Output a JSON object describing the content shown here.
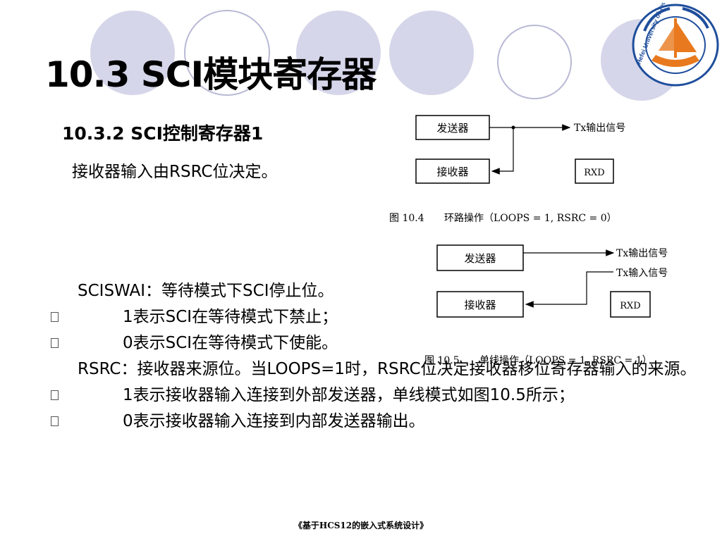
{
  "slide": {
    "title": "10.3 SCI模块寄存器",
    "subtitle": "10.3.2 SCI控制寄存器1",
    "intro": "接收器输入由RSRC位决定。",
    "lines": [
      "SCISWAI：等待模式下SCI停止位。",
      "1表示SCI在等待模式下禁止；",
      "0表示SCI在等待模式下使能。",
      "RSRC：接收器来源位。当LOOPS=1时，RSRC位决定接收器移位寄存器输入的来源。",
      "1表示接收器输入连接到外部发送器，单线模式如图10.5所示；",
      "0表示接收器输入连接到内部发送器输出。"
    ],
    "footer": "《基于HCS12的嵌入式系统设计》"
  },
  "logo": {
    "text": "Hefei University of Technology"
  },
  "figure1": {
    "transmitter": "发送器",
    "receiver": "接收器",
    "tx_out": "Tx输出信号",
    "rxd": "RXD",
    "caption_num": "图 10.4",
    "caption": "环路操作（LOOPS = 1, RSRC = 0）"
  },
  "figure2": {
    "transmitter": "发送器",
    "receiver": "接收器",
    "tx_out": "Tx输出信号",
    "tx_in": "Tx输入信号",
    "rxd": "RXD",
    "caption_num": "图 10.5",
    "caption": "单线操作（LOOPS = 1, RSRC = 1）"
  },
  "colors": {
    "circle_fill": "#d6d6ea",
    "circle_stroke": "#b9b9d6",
    "logo_orange": "#e8791e",
    "logo_blue": "#1f4e9c"
  }
}
